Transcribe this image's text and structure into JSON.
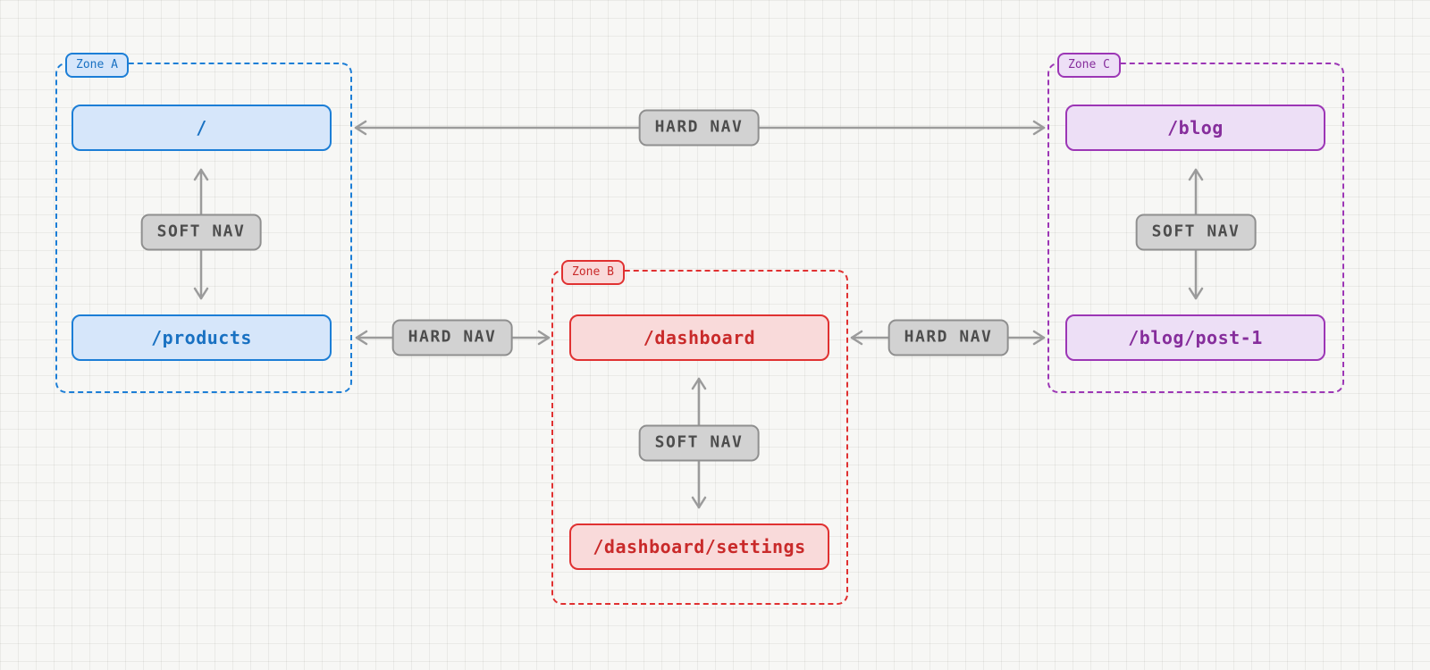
{
  "zones": {
    "a": {
      "label": "Zone A",
      "node_top": "/",
      "node_bottom": "/products",
      "soft_nav": "SOFT NAV"
    },
    "b": {
      "label": "Zone B",
      "node_top": "/dashboard",
      "node_bottom": "/dashboard/settings",
      "soft_nav": "SOFT NAV"
    },
    "c": {
      "label": "Zone C",
      "node_top": "/blog",
      "node_bottom": "/blog/post-1",
      "soft_nav": "SOFT NAV"
    }
  },
  "edges": {
    "hard_nav_top": "HARD NAV",
    "hard_nav_left": "HARD NAV",
    "hard_nav_right": "HARD NAV"
  },
  "colors": {
    "zone_a_border": "#1c7ed6",
    "zone_a_fill": "#d6e6fa",
    "zone_a_text": "#1971c2",
    "zone_b_border": "#e03131",
    "zone_b_fill": "#f9dada",
    "zone_b_text": "#c92a2a",
    "zone_c_border": "#9c36b5",
    "zone_c_fill": "#eddff6",
    "zone_c_text": "#862e9c",
    "badge_fill": "#d2d2d2",
    "badge_border": "#8f8f8f",
    "badge_text": "#4d4d4d",
    "arrow": "#9b9b9b",
    "canvas_background": "#f7f7f5"
  }
}
